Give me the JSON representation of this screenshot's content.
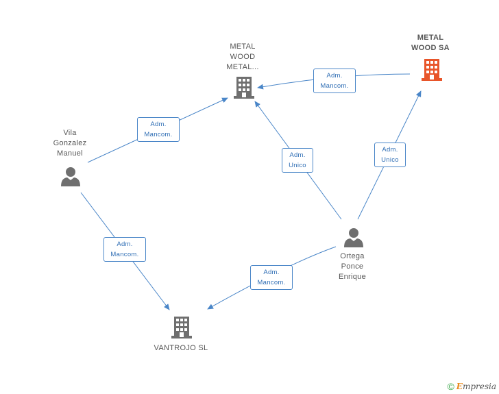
{
  "nodes": {
    "metal_wood_metal": {
      "label": "METAL\nWOOD\nMETAL..."
    },
    "metal_wood_sa": {
      "label": "METAL\nWOOD SA"
    },
    "vila_gonzalez": {
      "label": "Vila\nGonzalez\nManuel"
    },
    "ortega_ponce": {
      "label": "Ortega\nPonce\nEnrique"
    },
    "vantrojo": {
      "label": "VANTROJO SL"
    }
  },
  "edges": {
    "sa_to_metal": {
      "label": "Adm.\nMancom."
    },
    "vila_to_metal": {
      "label": "Adm.\nMancom."
    },
    "ortega_to_metal": {
      "label": "Adm.\nUnico"
    },
    "ortega_to_sa": {
      "label": "Adm.\nUnico"
    },
    "vila_to_vantrojo": {
      "label": "Adm.\nMancom."
    },
    "ortega_to_vantrojo": {
      "label": "Adm.\nMancom."
    }
  },
  "colors": {
    "edge": "#4a86c8",
    "company": "#6f6f6f",
    "company_main": "#e8552a",
    "person": "#6f6f6f"
  },
  "brand": {
    "copyright": "©",
    "name_first": "E",
    "name_rest": "mpresia"
  }
}
